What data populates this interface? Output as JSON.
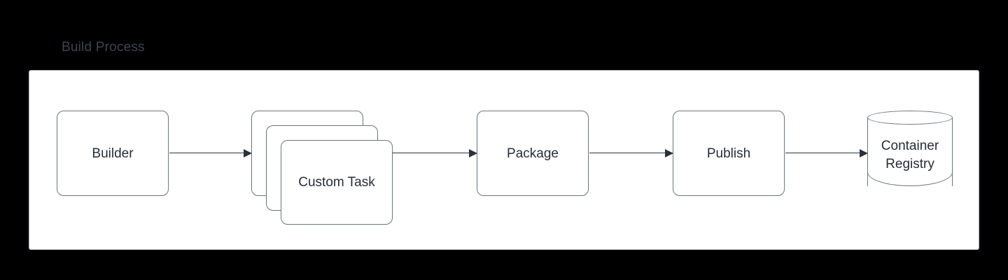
{
  "diagram": {
    "type": "flowchart",
    "title": "Build Process",
    "background_color": "#000000",
    "panel_color": "#ffffff",
    "stroke_color": "#6c7480",
    "text_color": "#262d38",
    "title_color": "#3d4552",
    "nodes": [
      {
        "id": "builder",
        "label": "Builder",
        "shape": "rounded-rect"
      },
      {
        "id": "custom-task",
        "label": "Custom Task",
        "shape": "stacked-rounded-rect",
        "stack_count": 3
      },
      {
        "id": "package",
        "label": "Package",
        "shape": "rounded-rect"
      },
      {
        "id": "publish",
        "label": "Publish",
        "shape": "rounded-rect"
      },
      {
        "id": "container-registry",
        "label_line1": "Container",
        "label_line2": "Registry",
        "shape": "cylinder"
      }
    ],
    "edges": [
      {
        "from": "builder",
        "to": "custom-task",
        "style": "arrow"
      },
      {
        "from": "custom-task",
        "to": "package",
        "style": "arrow"
      },
      {
        "from": "package",
        "to": "publish",
        "style": "arrow"
      },
      {
        "from": "publish",
        "to": "container-registry",
        "style": "arrow"
      }
    ]
  }
}
